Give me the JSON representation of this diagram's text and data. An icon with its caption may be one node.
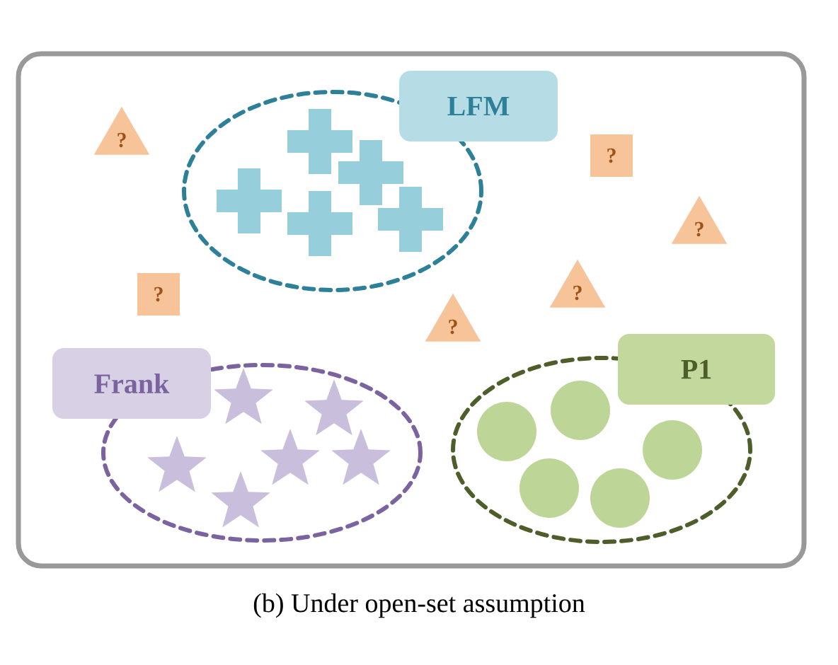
{
  "diagram": {
    "caption": "(b) Under open-set assumption",
    "nodes": [
      {
        "text": [
          "LFM"
        ]
      },
      {
        "text": [
          "?"
        ]
      },
      {
        "text": [
          "?"
        ]
      },
      {
        "text": [
          "?"
        ]
      },
      {
        "text": [
          "?"
        ]
      },
      {
        "text": [
          "?"
        ]
      },
      {
        "text": [
          "?"
        ]
      },
      {
        "text": [
          "P1"
        ]
      },
      {
        "text": [
          "Frank"
        ]
      }
    ]
  }
}
